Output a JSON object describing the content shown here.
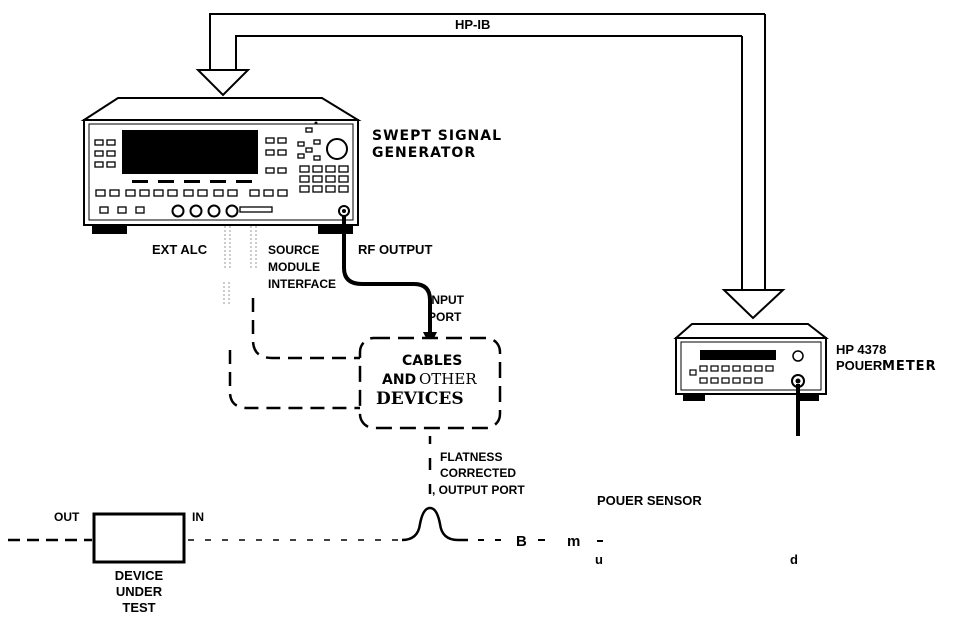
{
  "bus_label": "HP-IB",
  "generator": {
    "line1": "SWEPT SIGNAL",
    "line2": "GENERATOR"
  },
  "ports": {
    "ext_alc": "EXT ALC",
    "source_module": [
      "SOURCE",
      "MODULE",
      "INTERFACE"
    ],
    "rf_output": "RF OUTPUT",
    "input_port": [
      "INPUT",
      "PORT"
    ]
  },
  "cables_box": {
    "line1": "CABLES",
    "line2a": "AND",
    "line2b": "OTHER",
    "line3": "DEVICES"
  },
  "power_meter": {
    "line1": "HP 4378",
    "line2a": "POUER",
    "line2b": "METER"
  },
  "flatness": [
    "FLATNESS",
    "CORRECTED",
    ", OUTPUT PORT"
  ],
  "power_sensor": "POUER SENSOR",
  "dut": {
    "out": "OUT",
    "in": "IN",
    "name": [
      "DEVICE",
      "UNDER",
      "TEST"
    ]
  },
  "stray_glyphs": {
    "b": "B",
    "m": "m",
    "u": "u",
    "d": "d"
  }
}
